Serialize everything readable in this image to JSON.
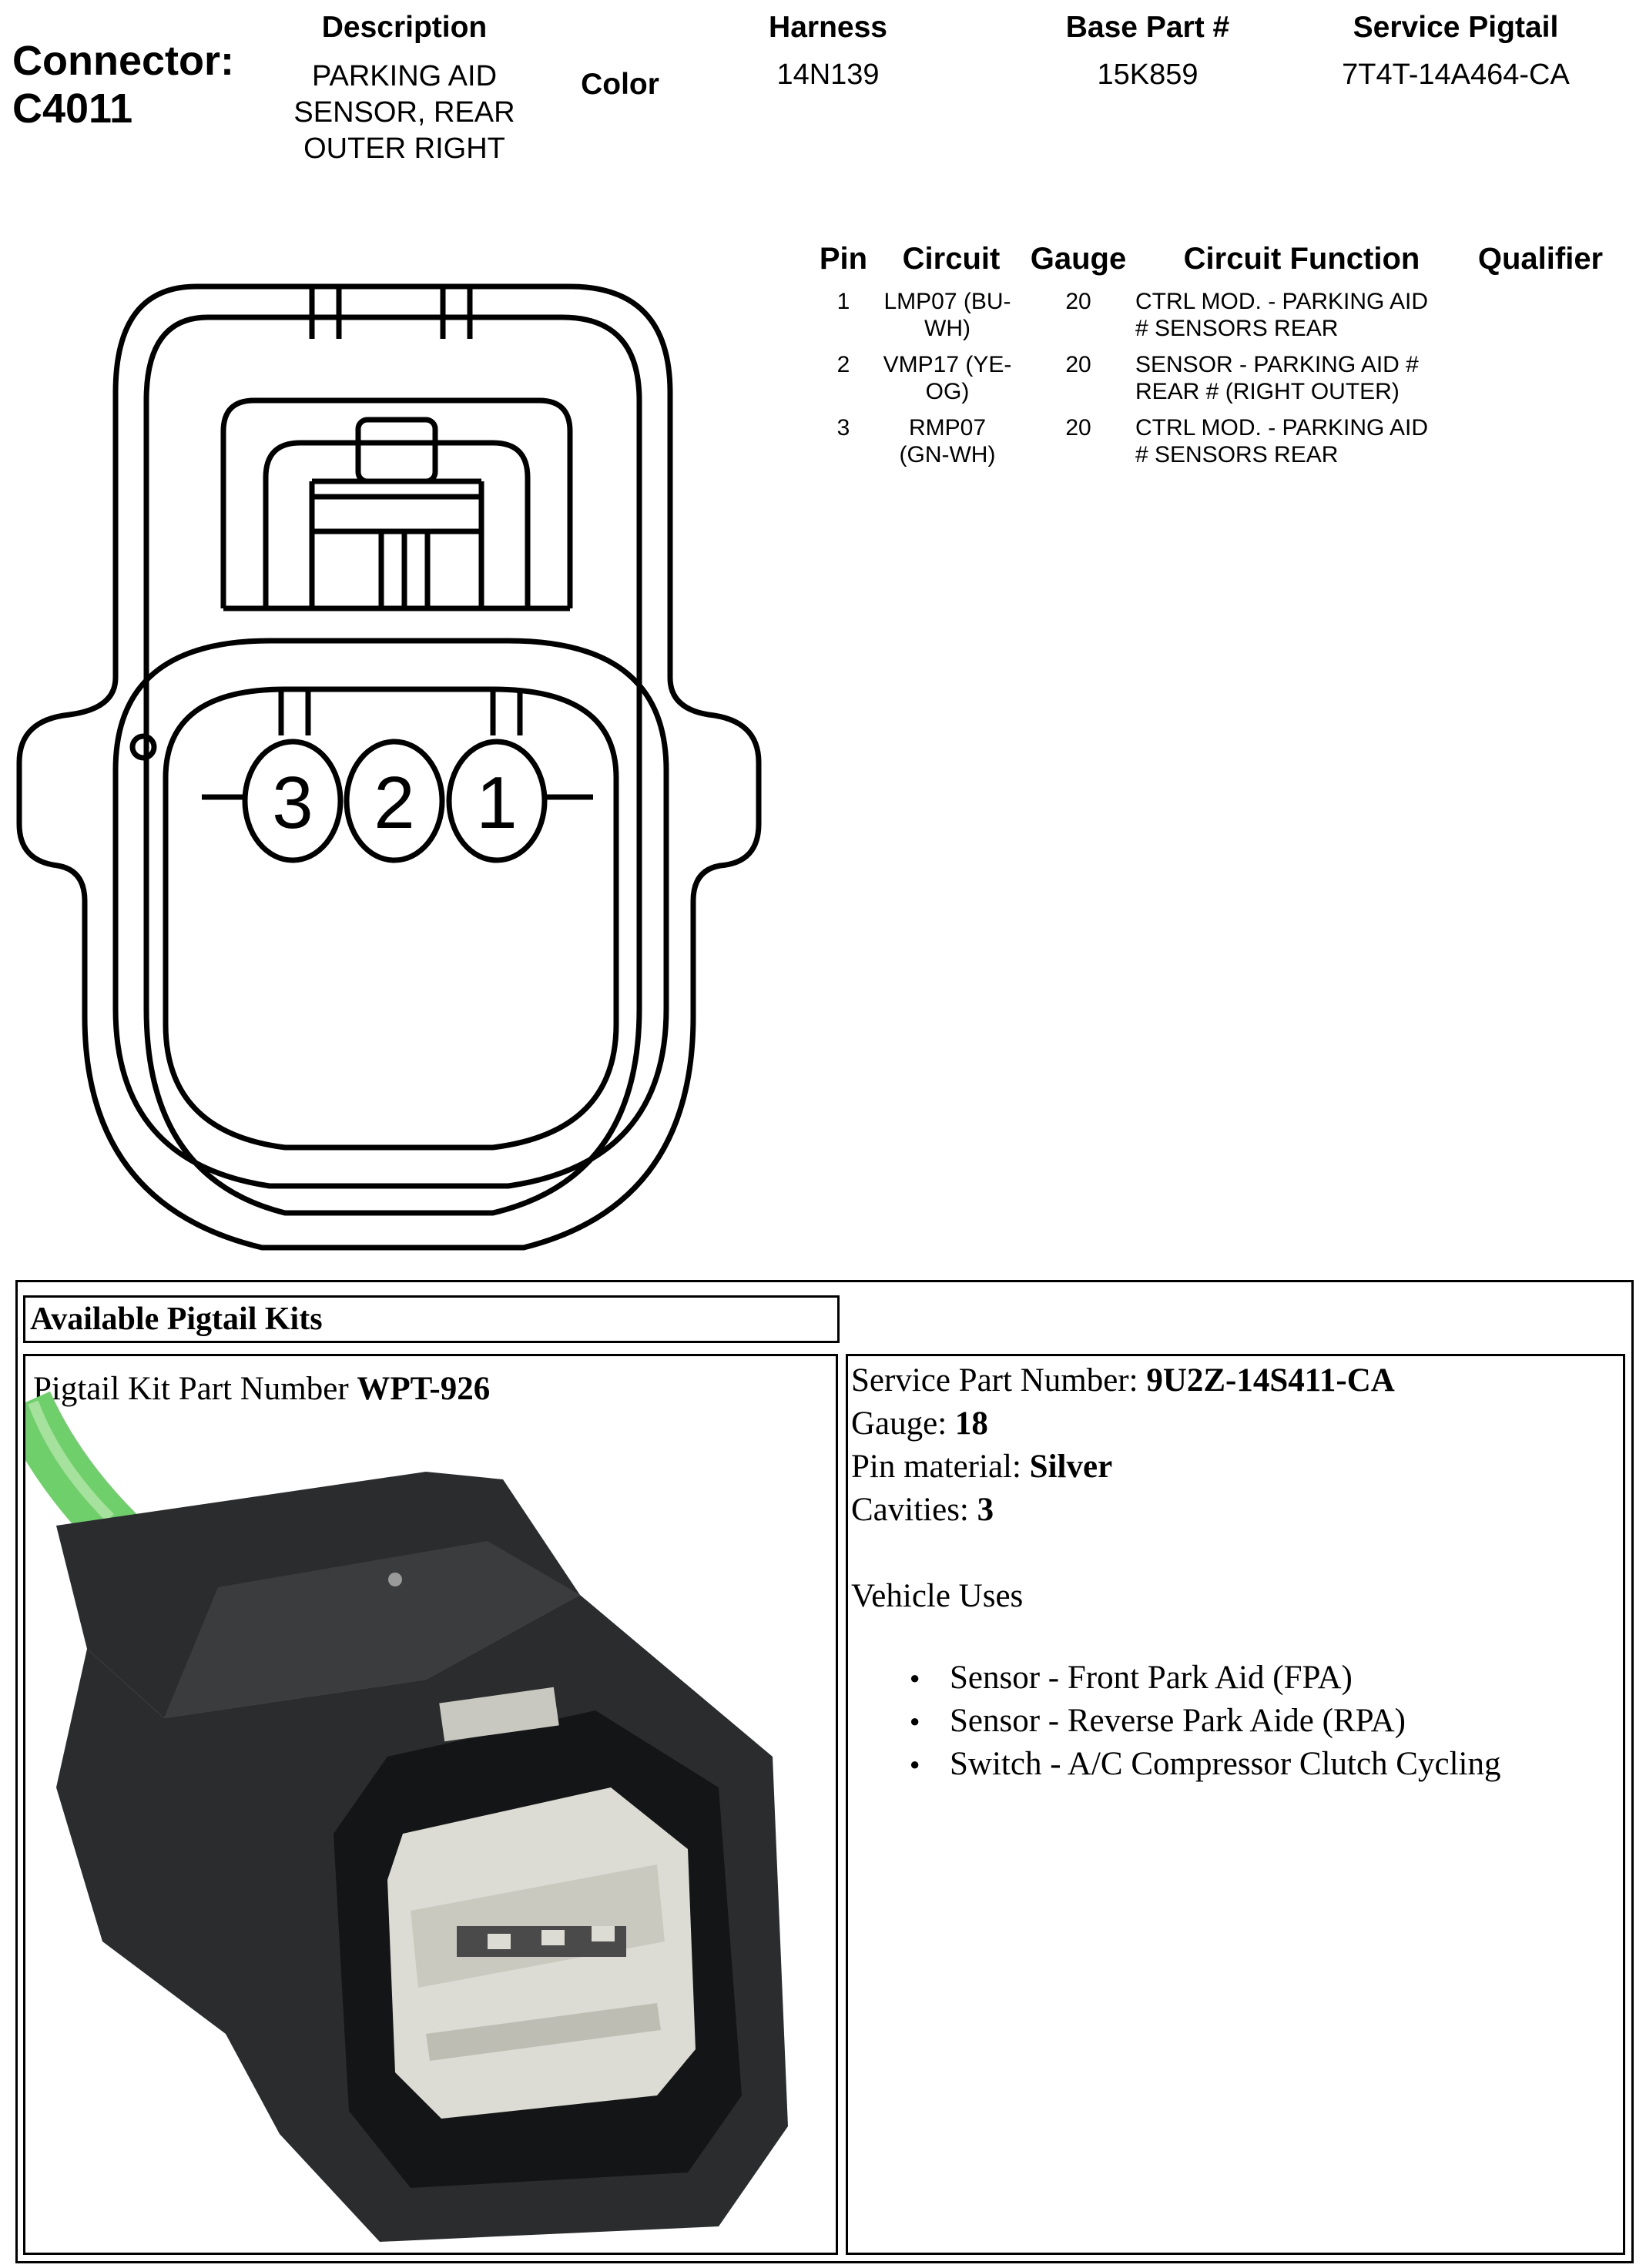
{
  "header": {
    "connector_label": "Connector:",
    "connector_id": "C4011",
    "description_label": "Description",
    "description_lines": [
      "PARKING AID",
      "SENSOR, REAR",
      "OUTER RIGHT"
    ],
    "color_label": "Color",
    "harness_label": "Harness",
    "harness_value": "14N139",
    "base_part_label": "Base Part #",
    "base_part_value": "15K859",
    "service_pigtail_label": "Service Pigtail",
    "service_pigtail_value": "7T4T-14A464-CA"
  },
  "pin_table": {
    "headers": [
      "Pin",
      "Circuit",
      "Gauge",
      "Circuit Function",
      "Qualifier"
    ],
    "rows": [
      {
        "pin": "1",
        "circuit": [
          "LMP07 (BU-",
          "WH)"
        ],
        "gauge": "20",
        "function": [
          "CTRL MOD. - PARKING AID",
          "# SENSORS REAR"
        ],
        "qualifier": ""
      },
      {
        "pin": "2",
        "circuit": [
          "VMP17 (YE-",
          "OG)"
        ],
        "gauge": "20",
        "function": [
          "SENSOR - PARKING AID #",
          "REAR # (RIGHT OUTER)"
        ],
        "qualifier": ""
      },
      {
        "pin": "3",
        "circuit": [
          "RMP07",
          "(GN-WH)"
        ],
        "gauge": "20",
        "function": [
          "CTRL MOD. - PARKING AID",
          "# SENSORS REAR"
        ],
        "qualifier": ""
      }
    ]
  },
  "diagram": {
    "pin_labels": [
      "3",
      "2",
      "1"
    ]
  },
  "pigtail": {
    "section_title": "Available Pigtail Kits",
    "kit_label": "Pigtail Kit Part Number",
    "kit_number": "WPT-926",
    "service_part_label": "Service Part Number:",
    "service_part_value": "9U2Z-14S411-CA",
    "gauge_label": "Gauge:",
    "gauge_value": "18",
    "pin_material_label": "Pin material:",
    "pin_material_value": "Silver",
    "cavities_label": "Cavities:",
    "cavities_value": "3",
    "vehicle_uses_label": "Vehicle Uses",
    "vehicle_uses": [
      "Sensor - Front Park Aid (FPA)",
      "Sensor - Reverse Park Aide (RPA)",
      "Switch - A/C Compressor Clutch Cycling"
    ],
    "photo_colors": {
      "housing": "#2a2c2d",
      "insert": "#dcdcd4",
      "wire": "#6fcf6a"
    }
  }
}
